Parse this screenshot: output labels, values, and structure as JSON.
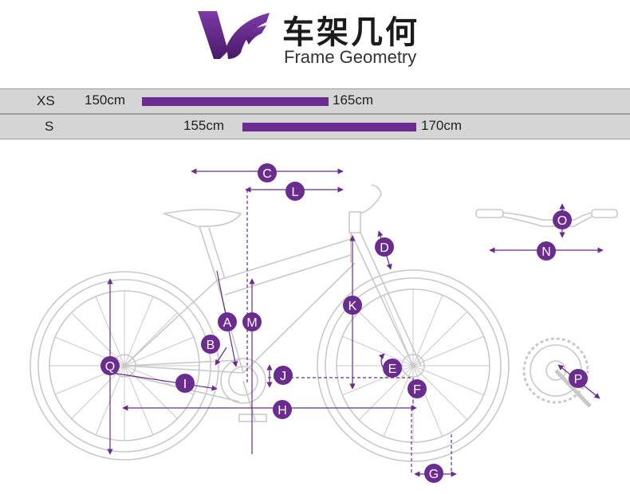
{
  "header": {
    "title_cn": "车架几何",
    "title_en": "Frame Geometry"
  },
  "sizes": [
    {
      "size": "XS",
      "min": "150cm",
      "max": "165cm"
    },
    {
      "size": "S",
      "min": "155cm",
      "max": "170cm"
    }
  ],
  "markers": {
    "A": "A",
    "B": "B",
    "C": "C",
    "D": "D",
    "E": "E",
    "F": "F",
    "G": "G",
    "H": "H",
    "I": "I",
    "J": "J",
    "K": "K",
    "L": "L",
    "M": "M",
    "N": "N",
    "O": "O",
    "P": "P",
    "Q": "Q"
  },
  "colors": {
    "accent": "#6a2c8f",
    "row_bg": "#d5d5d5",
    "line_art": "#c9c9c9"
  }
}
